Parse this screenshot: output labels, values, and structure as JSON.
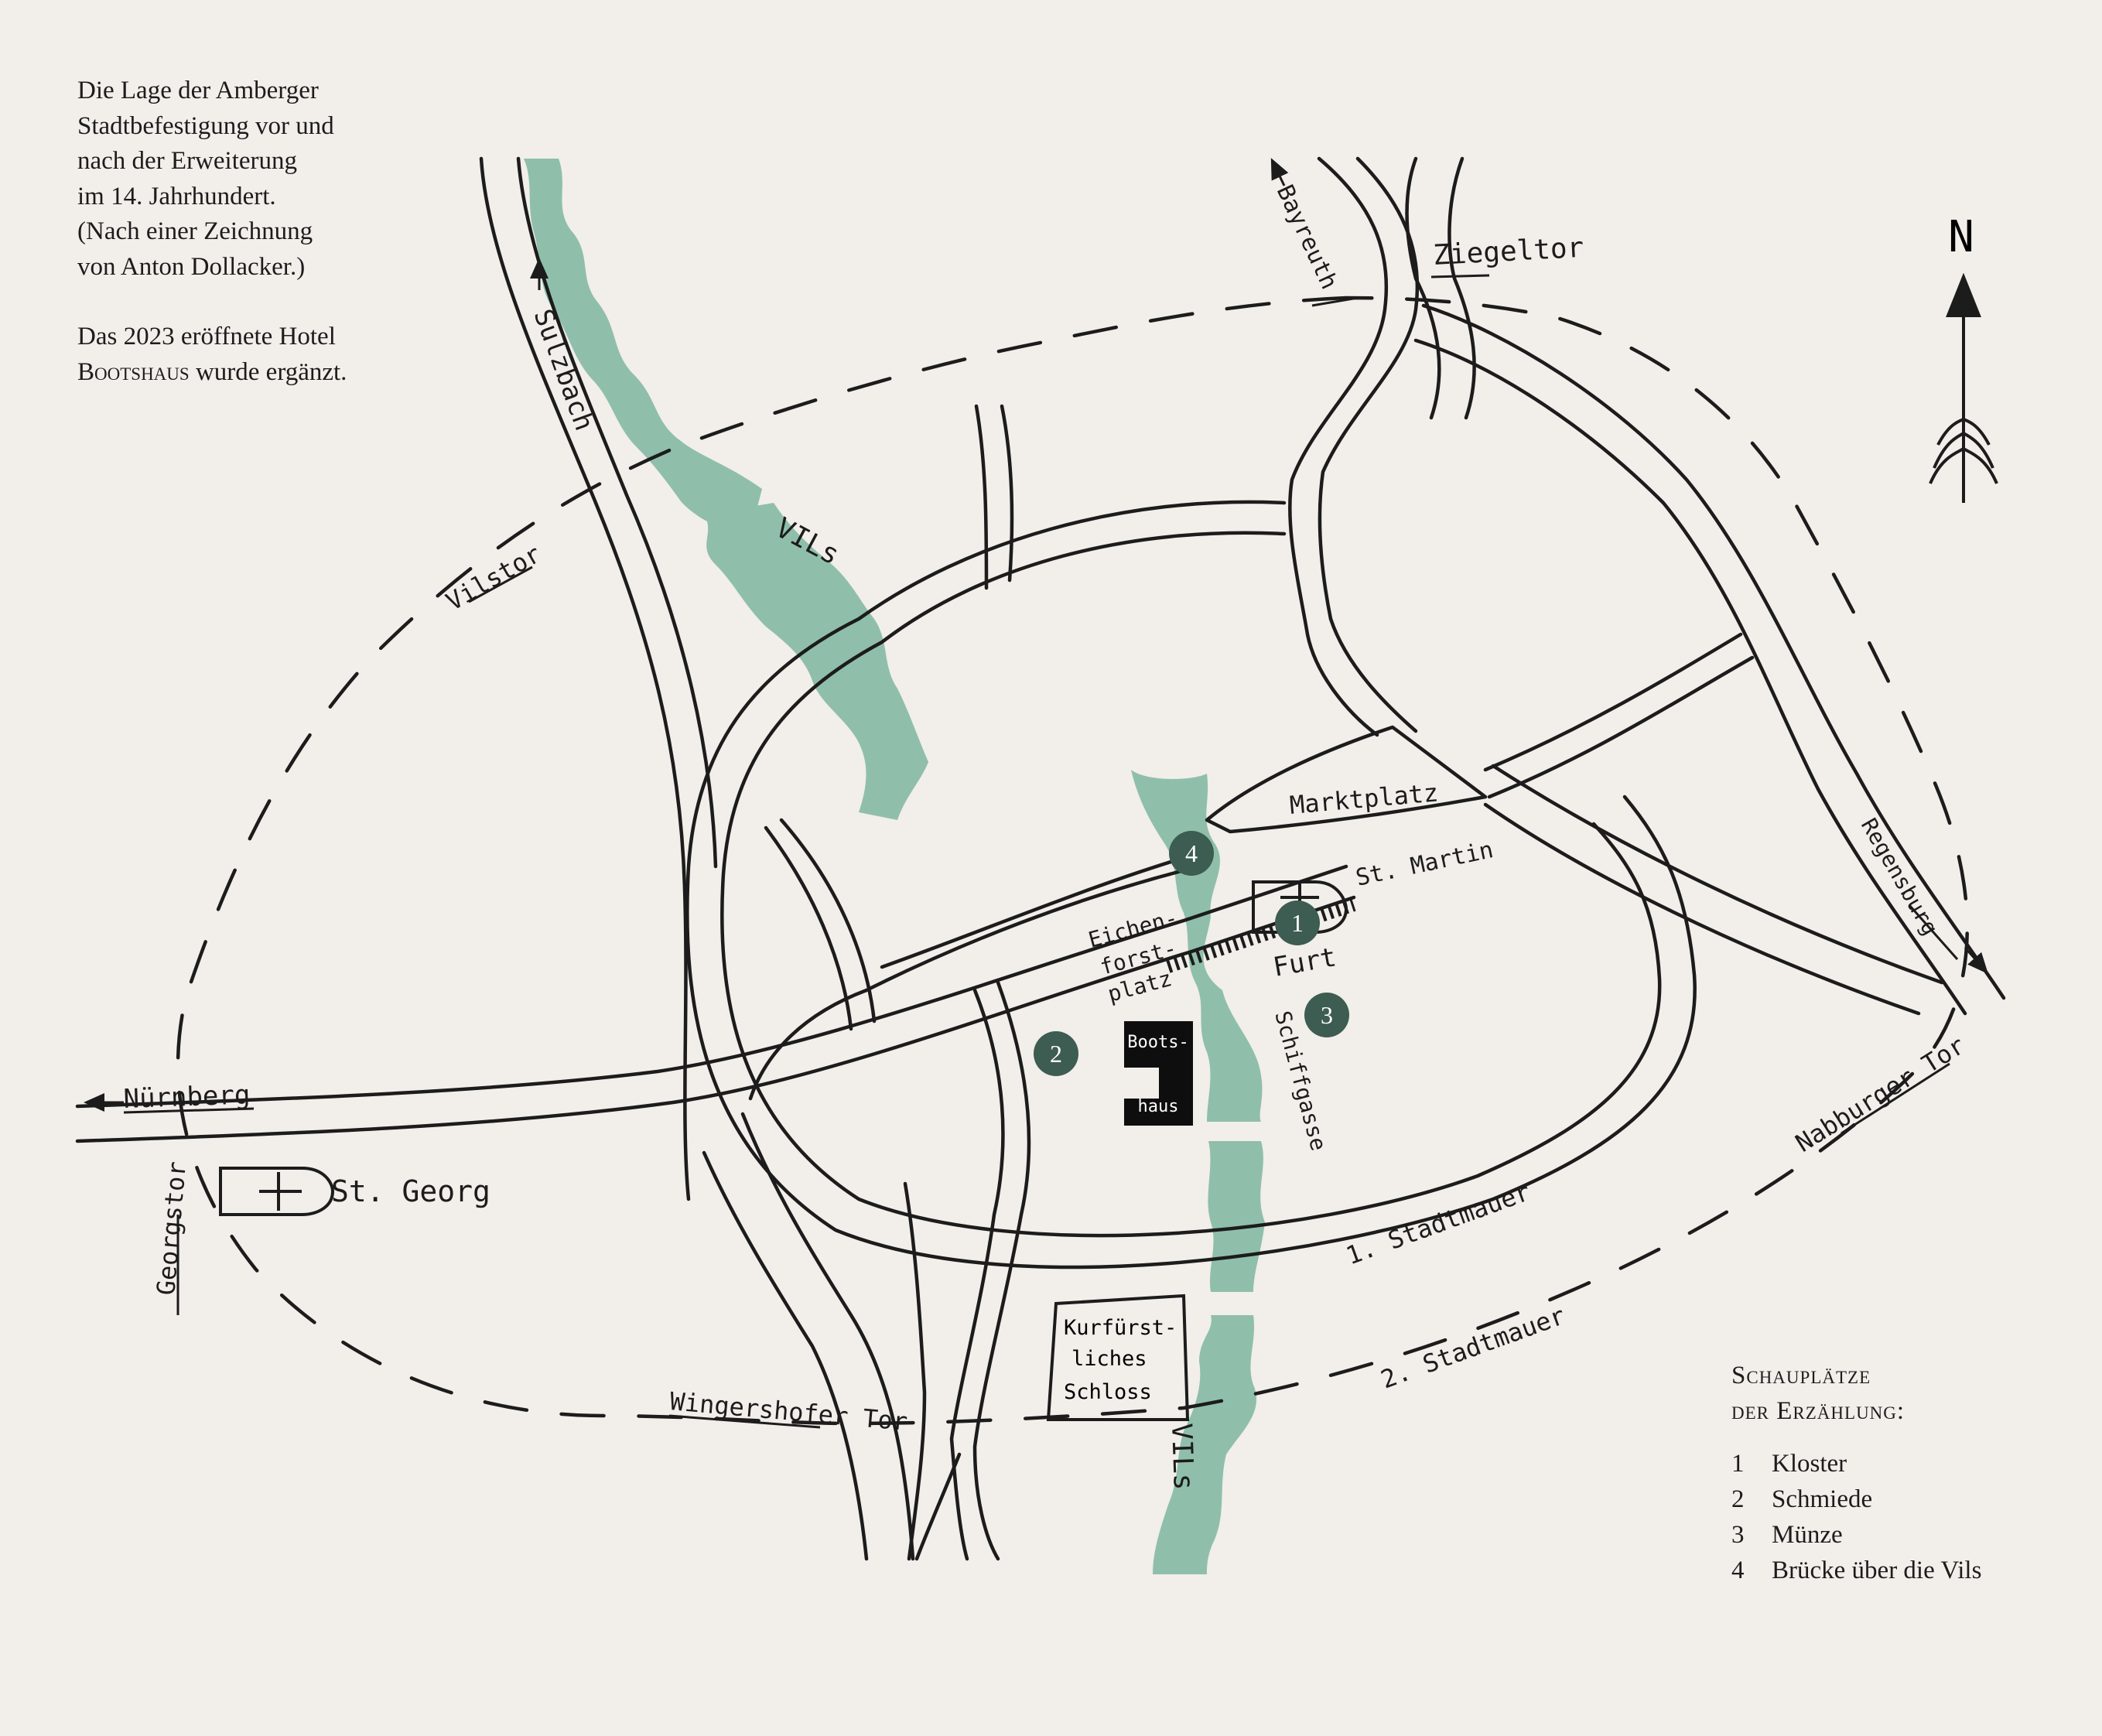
{
  "intro": {
    "lines": [
      "Die Lage der Amberger",
      "Stadtbefestigung vor und",
      "nach der Erweiterung",
      "im 14. Jahrhundert.",
      "(Nach einer Zeichnung",
      "von Anton Dollacker.)"
    ],
    "note_line1": "Das 2023 eröffnete Hotel",
    "note_brand": "Bootshaus",
    "note_rest": " wurde ergänzt."
  },
  "labels": {
    "vils_north": "VILs",
    "vils_south": "VILs",
    "sulzbach": "Sulzbach",
    "bayreuth": "Bayreuth",
    "ziegeltor": "Ziegeltor",
    "north": "N",
    "vilstor": "Vilstor",
    "marktplatz": "Marktplatz",
    "st_martin": "St. Martin",
    "regensburg": "Regensburg",
    "eichenforstplatz": [
      "Eichen-",
      "forst-",
      "platz"
    ],
    "furt": "Furt",
    "schiffgasse": "Schiffgasse",
    "bootshaus": [
      "Boots-",
      "haus"
    ],
    "nuernberg": "Nürnberg",
    "st_georg": "St. Georg",
    "georgstor": "Georgstor",
    "naabburger_tor": "Nabburger Tor",
    "stadtmauer_1": "1. Stadtmauer",
    "stadtmauer_2": "2. Stadtmauer",
    "schloss": [
      "Kurfürst-",
      "liches",
      "Schloss"
    ],
    "wingershofer_tor": "Wingershofer Tor"
  },
  "markers": [
    "1",
    "2",
    "3",
    "4"
  ],
  "legend": {
    "title_line1": "Schauplätze",
    "title_line2": "der Erzählung:",
    "items": [
      {
        "num": "1",
        "label": "Kloster"
      },
      {
        "num": "2",
        "label": "Schmiede"
      },
      {
        "num": "3",
        "label": "Münze"
      },
      {
        "num": "4",
        "label": "Brücke über die Vils"
      }
    ]
  },
  "colors": {
    "background": "#f2eeea",
    "river": "#8fbfaa",
    "marker": "#3d5c52",
    "ink": "#1c1c1c"
  }
}
